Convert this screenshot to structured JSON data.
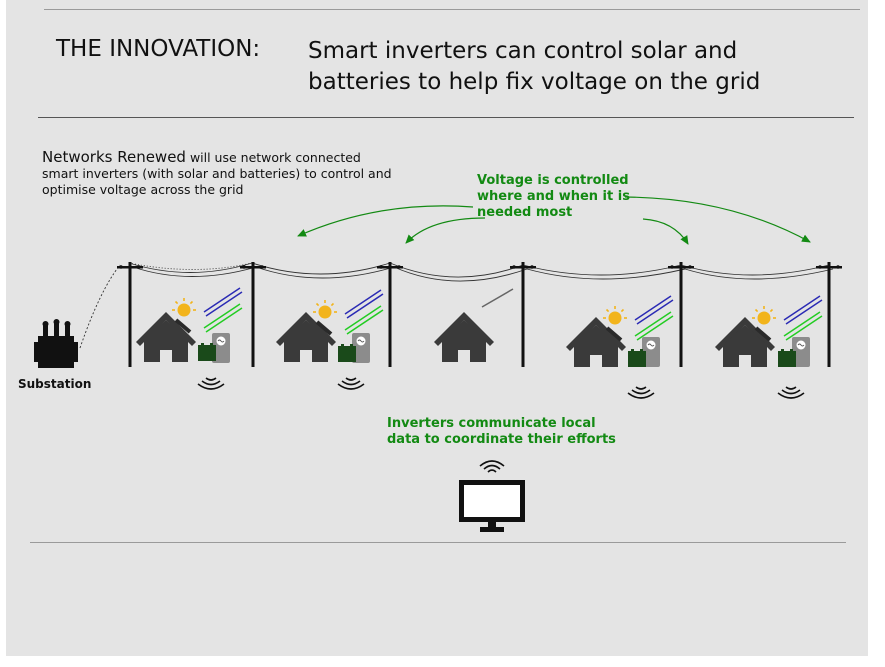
{
  "header": {
    "prefix": "THE INNOVATION:",
    "title_line1": "Smart inverters can control solar and",
    "title_line2": "batteries to help fix voltage on the grid"
  },
  "intro": {
    "brand": "Networks Renewed",
    "text_line1": "will use network connected",
    "text_line2": "smart inverters (with solar and batteries) to control and",
    "text_line3": "optimise voltage across the grid"
  },
  "annotations": {
    "voltage_line1": "Voltage is controlled",
    "voltage_line2": "where and when it is",
    "voltage_line3": "needed most",
    "comm_line1": "Inverters communicate local",
    "comm_line2": "data to coordinate their efforts"
  },
  "substation": {
    "label": "Substation",
    "icon": "transformer-icon"
  },
  "colors": {
    "background": "#e4e4e4",
    "annotation_green": "#138a13",
    "house": "#3a3a3a",
    "battery": "#1a4a1a",
    "inverter": "#8c8c8c",
    "sun": "#f2b41c",
    "ray_blue": "#2a2ab4",
    "ray_green": "#22cc22"
  },
  "houses": [
    {
      "name": "house-1",
      "solar": true,
      "battery": true,
      "inverter": true,
      "wireless": true
    },
    {
      "name": "house-2",
      "solar": true,
      "battery": true,
      "inverter": true,
      "wireless": true
    },
    {
      "name": "house-3",
      "solar": false,
      "battery": false,
      "inverter": false,
      "wireless": false
    },
    {
      "name": "house-4",
      "solar": true,
      "battery": true,
      "inverter": true,
      "wireless": true
    },
    {
      "name": "house-5",
      "solar": true,
      "battery": true,
      "inverter": true,
      "wireless": true
    }
  ],
  "controller": {
    "icon": "monitor-icon",
    "wireless_icon": "wifi-icon"
  }
}
